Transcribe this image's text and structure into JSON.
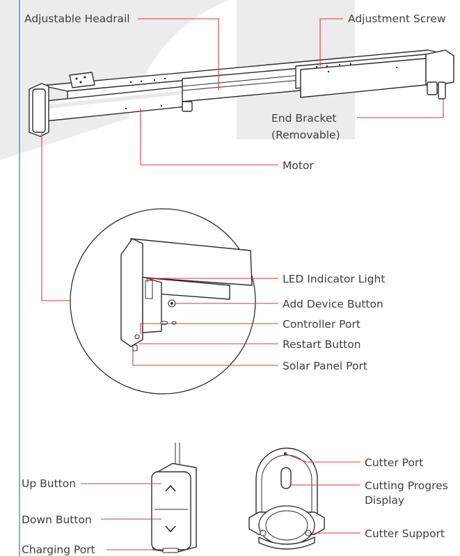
{
  "colors": {
    "leader": "#d23a43",
    "edge_line": "#1aa0d8",
    "watermark": "#ececed",
    "label_text": "#3d3d3d",
    "outline": "#2b2b2b"
  },
  "labels": {
    "adjustable_headrail": "Adjustable Headrail",
    "adjustment_screw": "Adjustment Screw",
    "end_bracket_line1": "End Bracket",
    "end_bracket_line2": "(Removable)",
    "motor": "Motor",
    "led_indicator_light": "LED Indicator Light",
    "add_device_button": "Add Device Button",
    "controller_port": "Controller Port",
    "restart_button": "Restart Button",
    "solar_panel_port": "Solar Panel Port",
    "up_button": "Up Button",
    "down_button": "Down Button",
    "charging_port": "Charging Port",
    "cutter_port": "Cutter Port",
    "cutting_progress_line1": "Cutting Progres",
    "cutting_progress_line2": "Display",
    "cutter_support": "Cutter Support"
  },
  "icons": {
    "up_arrow": "chevron-up-icon",
    "down_arrow": "chevron-down-icon"
  }
}
